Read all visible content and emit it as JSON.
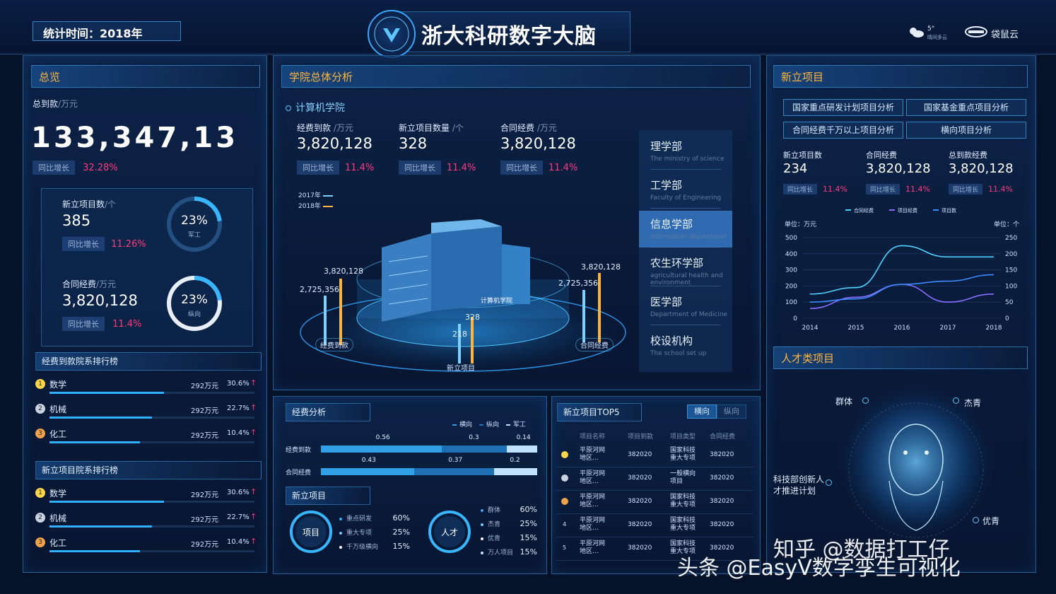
{
  "header": {
    "stat_time": "统计时间：2018年",
    "title": "浙大科研数字大脑",
    "weather_temp": "5°",
    "weather_desc": "晴间多云",
    "brand": "袋鼠云"
  },
  "overview": {
    "title": "总览",
    "total_label": "总到款",
    "total_unit": "/万元",
    "total_value": "133,347,13",
    "total_yoy_label": "同比增长",
    "total_yoy": "32.28%",
    "new_projects_label": "新立项目数",
    "new_projects_unit": "/个",
    "new_projects_value": "385",
    "new_projects_yoy_label": "同比增长",
    "new_projects_yoy": "11.26%",
    "ring1_pct": "23%",
    "ring1_label": "军工",
    "ring1_value": 0.23,
    "contract_label": "合同经费",
    "contract_unit": "/万元",
    "contract_value": "3,820,128",
    "contract_yoy_label": "同比增长",
    "contract_yoy": "11.4%",
    "ring2_pct": "23%",
    "ring2_label": "纵向",
    "ring2_value": 0.23
  },
  "rank1": {
    "title": "经费到款院系排行榜",
    "items": [
      {
        "num": "1",
        "name": "数学",
        "amount": "292万元",
        "pct": "30.6%",
        "fill": 0.56
      },
      {
        "num": "2",
        "name": "机械",
        "amount": "292万元",
        "pct": "22.7%",
        "fill": 0.5
      },
      {
        "num": "3",
        "name": "化工",
        "amount": "292万元",
        "pct": "10.4%",
        "fill": 0.44
      }
    ]
  },
  "rank2": {
    "title": "新立项目院系排行榜",
    "items": [
      {
        "num": "1",
        "name": "数学",
        "amount": "292万元",
        "pct": "30.6%",
        "fill": 0.56
      },
      {
        "num": "2",
        "name": "机械",
        "amount": "292万元",
        "pct": "22.7%",
        "fill": 0.5
      },
      {
        "num": "3",
        "name": "化工",
        "amount": "292万元",
        "pct": "10.4%",
        "fill": 0.44
      }
    ]
  },
  "college": {
    "title": "学院总体分析",
    "name": "计算机学院",
    "kpis": [
      {
        "label": "经费到款",
        "unit": "/万元",
        "value": "3,820,128",
        "yoy_label": "同比增长",
        "yoy": "11.4%"
      },
      {
        "label": "新立项目数量",
        "unit": "/个",
        "value": "328",
        "yoy_label": "同比增长",
        "yoy": "11.4%"
      },
      {
        "label": "合同经费",
        "unit": "/万元",
        "value": "3,820,128",
        "yoy_label": "同比增长",
        "yoy": "11.4%"
      }
    ],
    "legend_2017": "2017年",
    "legend_2018": "2018年",
    "building_label": "计算机学院",
    "left_v1": "2,725,356",
    "left_v2": "3,820,128",
    "left_label": "经费到款",
    "mid_v1": "218",
    "mid_v2": "328",
    "mid_label": "新立项目",
    "right_v1": "2,725,356",
    "right_v2": "3,820,128",
    "right_label": "合同经费",
    "departments": [
      {
        "name": "理学部",
        "en": "The ministry of science"
      },
      {
        "name": "工学部",
        "en": "Faculty of Engineering"
      },
      {
        "name": "信息学部",
        "en": "Information department"
      },
      {
        "name": "农生环学部",
        "en": "agricultural health and environment"
      },
      {
        "name": "医学部",
        "en": "Department of Medicine"
      },
      {
        "name": "校设机构",
        "en": "The school set up"
      }
    ]
  },
  "funding": {
    "title": "经费分析",
    "legend": [
      "横向",
      "纵向",
      "军工"
    ],
    "rows": [
      {
        "label": "经费到款",
        "v1": "0.56",
        "v2": "0.3",
        "v3": "0.14",
        "f1": 0.56,
        "f2": 0.3,
        "f3": 0.14
      },
      {
        "label": "合同经费",
        "v1": "0.43",
        "v2": "0.37",
        "v3": "0.2",
        "f1": 0.43,
        "f2": 0.37,
        "f3": 0.2
      }
    ]
  },
  "newproj_small": {
    "title": "新立项目",
    "ring1_label": "项目",
    "ring1_items": [
      {
        "name": "重点研发",
        "pct": "60%"
      },
      {
        "name": "重大专项",
        "pct": "25%"
      },
      {
        "name": "千万级横向",
        "pct": "15%"
      }
    ],
    "ring2_label": "人才",
    "ring2_items": [
      {
        "name": "群体",
        "pct": "60%"
      },
      {
        "name": "杰青",
        "pct": "25%"
      },
      {
        "name": "优青",
        "pct": "15%"
      },
      {
        "name": "万人项目",
        "pct": "15%"
      }
    ]
  },
  "top5": {
    "title": "新立项目TOP5",
    "tab_active": "横向",
    "tab_inactive": "纵向",
    "headers": [
      "项目名称",
      "项目到款",
      "项目类型",
      "合同经费"
    ],
    "rows": [
      {
        "rank": "1",
        "name": "平原河网地区...",
        "arrival": "382020",
        "type": "国家科技重大专项",
        "contract": "382020"
      },
      {
        "rank": "2",
        "name": "平原河网地区...",
        "arrival": "382020",
        "type": "一般横向项目",
        "contract": "382020"
      },
      {
        "rank": "3",
        "name": "平原河网地区...",
        "arrival": "382020",
        "type": "国家科技重大专项",
        "contract": "382020"
      },
      {
        "rank": "4",
        "name": "平原河网地区...",
        "arrival": "382020",
        "type": "国家科技重大专项",
        "contract": "382020"
      },
      {
        "rank": "5",
        "name": "平原河网地区...",
        "arrival": "382020",
        "type": "国家科技重大专项",
        "contract": "382020"
      }
    ]
  },
  "newproject": {
    "title": "新立项目",
    "buttons": [
      "国家重点研发计划项目分析",
      "国家基金重点项目分析",
      "合同经费千万以上项目分析",
      "横向项目分析"
    ],
    "kpis": [
      {
        "label": "新立项目数",
        "value": "234",
        "yoy_label": "同比增长",
        "yoy": "11.4%"
      },
      {
        "label": "合同经费",
        "value": "3,820,128",
        "yoy_label": "同比增长",
        "yoy": "11.4%"
      },
      {
        "label": "总到款经费",
        "value": "3,820,128",
        "yoy_label": "同比增长",
        "yoy": "11.4%"
      }
    ]
  },
  "chart_data": {
    "type": "line",
    "x": [
      "2014",
      "2015",
      "2016",
      "2017",
      "2018"
    ],
    "series": [
      {
        "name": "合同经费",
        "color": "#4fd2ff",
        "axis": "left",
        "values": [
          150,
          190,
          450,
          380,
          380
        ]
      },
      {
        "name": "项目经费",
        "color": "#8a6cff",
        "axis": "left",
        "values": [
          60,
          130,
          210,
          100,
          150
        ]
      },
      {
        "name": "项目数",
        "color": "#3a8bff",
        "axis": "left",
        "values": [
          100,
          120,
          210,
          230,
          270
        ]
      }
    ],
    "ylabel_left": "单位：万元",
    "ylabel_right": "单位：个",
    "ylim_left": [
      0,
      500
    ],
    "ylim_right": [
      0,
      250
    ],
    "yticks_left": [
      "0",
      "100",
      "200",
      "300",
      "400",
      "500"
    ],
    "yticks_right": [
      "0",
      "50",
      "100",
      "150",
      "200",
      "250"
    ]
  },
  "talent": {
    "title": "人才类项目",
    "labels": [
      "群体",
      "杰青",
      "科技部创新人才推进计划",
      "优青"
    ]
  },
  "watermark": "知乎 @数据打工仔",
  "watermark2": "头条 @EasyV数字孪生可视化"
}
